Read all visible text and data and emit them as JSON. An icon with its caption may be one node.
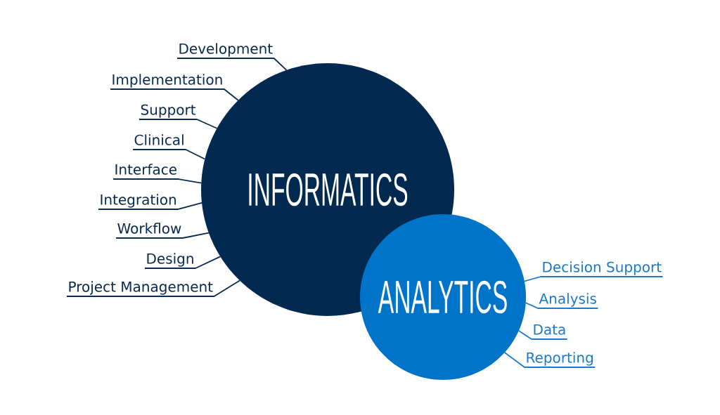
{
  "diagram": {
    "nodes": [
      {
        "text": [
          "INFORMATICS"
        ]
      },
      {
        "text": [
          "ANALYTICS"
        ]
      },
      {
        "text": [
          "Development"
        ]
      },
      {
        "text": [
          "Implementation"
        ]
      },
      {
        "text": [
          "Support"
        ]
      },
      {
        "text": [
          "Clinical"
        ]
      },
      {
        "text": [
          "Interface"
        ]
      },
      {
        "text": [
          "Integration"
        ]
      },
      {
        "text": [
          "Workflow"
        ]
      },
      {
        "text": [
          "Design"
        ]
      },
      {
        "text": [
          "Project Management"
        ]
      },
      {
        "text": [
          "Decision Support"
        ]
      },
      {
        "text": [
          "Analysis"
        ]
      },
      {
        "text": [
          "Data"
        ]
      },
      {
        "text": [
          "Reporting"
        ]
      }
    ],
    "edges": [
      {
        "from": 2,
        "to": 0,
        "arrow": "none"
      },
      {
        "from": 3,
        "to": 0,
        "arrow": "none"
      },
      {
        "from": 4,
        "to": 0,
        "arrow": "none"
      },
      {
        "from": 5,
        "to": 0,
        "arrow": "none"
      },
      {
        "from": 6,
        "to": 0,
        "arrow": "none"
      },
      {
        "from": 7,
        "to": 0,
        "arrow": "none"
      },
      {
        "from": 8,
        "to": 0,
        "arrow": "none"
      },
      {
        "from": 9,
        "to": 0,
        "arrow": "none"
      },
      {
        "from": 10,
        "to": 0,
        "arrow": "none"
      },
      {
        "from": 11,
        "to": 1,
        "arrow": "none",
        "color": "#1a7acc"
      },
      {
        "from": 12,
        "to": 1,
        "arrow": "none",
        "color": "#1a7acc"
      },
      {
        "from": 13,
        "to": 1,
        "arrow": "none",
        "color": "#1a7acc"
      },
      {
        "from": 14,
        "to": 1,
        "arrow": "none",
        "color": "#1a7acc"
      }
    ]
  }
}
